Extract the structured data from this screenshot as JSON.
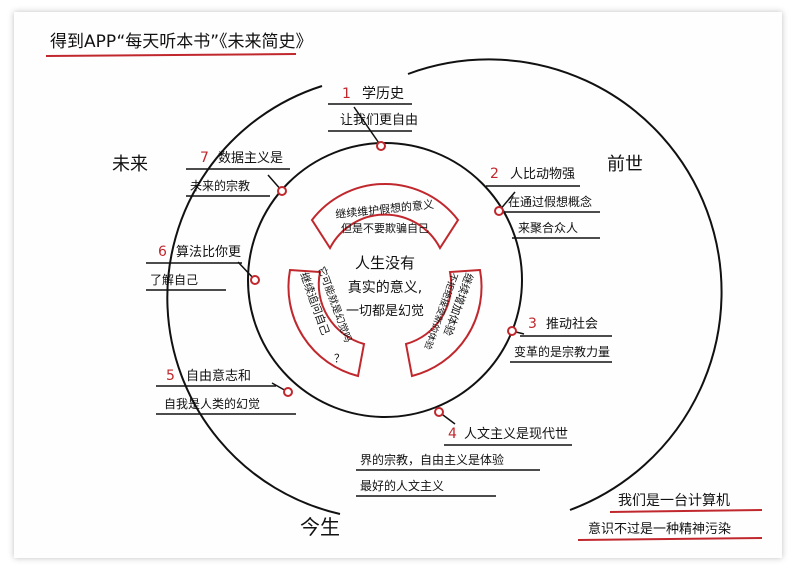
{
  "header": {
    "title": "得到APP“每天听本书”《未来简史》"
  },
  "eras": {
    "future": "未来",
    "past": "前世",
    "present": "今生"
  },
  "center": {
    "line1": "人生没有",
    "line2": "真实的意义,",
    "line3": "一切都是幻觉"
  },
  "inner_segments": {
    "top_line1": "继续维护假想的意义",
    "top_line2": "但是不要欺骗自己",
    "left_col1": "继续追问自己",
    "left_col2": "它可能就是幻觉吗",
    "left_col3": "？",
    "right_col1": "继续增加体验",
    "right_col2": "不拒绝接受新的体验"
  },
  "nodes": [
    {
      "num": "1",
      "title": "学历史",
      "sub": "让我们更自由"
    },
    {
      "num": "2",
      "title": "人比动物强",
      "sub": "在通过假想概念",
      "sub2": "来聚合众人"
    },
    {
      "num": "3",
      "title": "推动社会",
      "sub": "变革的是宗教力量"
    },
    {
      "num": "4",
      "title": "人文主义是现代世",
      "sub": "界的宗教，自由主义是体验",
      "sub2": "最好的人文主义"
    },
    {
      "num": "5",
      "title": "自由意志和",
      "sub": "自我是人类的幻觉"
    },
    {
      "num": "6",
      "title": "算法比你更",
      "sub": "了解自己"
    },
    {
      "num": "7",
      "title": "数据主义是",
      "sub": "未来的宗教"
    }
  ],
  "footer": {
    "line1": "我们是一台计算机",
    "line2": "意识不过是一种精神污染"
  },
  "colors": {
    "accent": "#c0282d",
    "ink": "#111111",
    "background": "#fefefe"
  }
}
